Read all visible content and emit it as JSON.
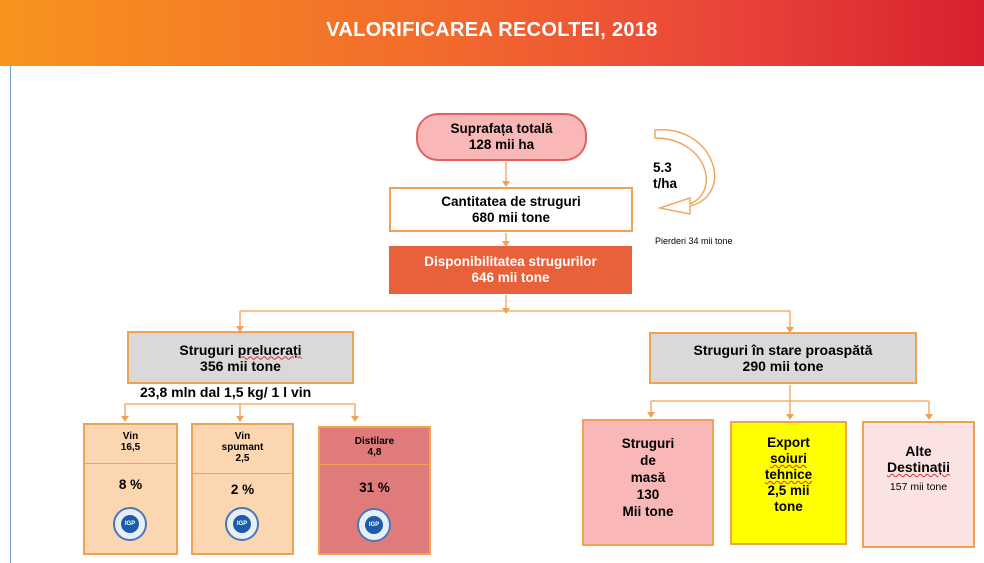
{
  "header": {
    "title": "VALORIFICAREA RECOLTEI, 2018"
  },
  "total_area": {
    "line1": "Suprafața totală",
    "line2": "128 mii ha"
  },
  "yield_note": {
    "line1": "5.3",
    "line2": "t/ha"
  },
  "quantity": {
    "line1": "Cantitatea de struguri",
    "line2": "680 mii tone"
  },
  "losses_note": "Pierderi 34 mii tone",
  "availability": {
    "line1": "Disponibilitatea strugurilor",
    "line2": "646 mii tone"
  },
  "processed": {
    "line1_prefix": "Struguri ",
    "line1_word": "prelucrați",
    "line2": "356 mii tone",
    "note": "23,8 mln dal 1,5 kg/ 1 l vin",
    "children": [
      {
        "label_lines": [
          "Vin",
          "16,5"
        ],
        "percent": "8 %",
        "logo": "igp-seal-icon"
      },
      {
        "label_lines": [
          "Vin",
          "spumant",
          "2,5"
        ],
        "percent": "2 %",
        "logo": "igp-seal-icon"
      },
      {
        "label_lines": [
          "Distilare",
          "4,8"
        ],
        "percent": "31 %",
        "logo": "igp-seal-icon"
      }
    ],
    "logo_text": "IGP"
  },
  "fresh": {
    "line1": "Struguri în stare proaspătă",
    "line2": "290 mii tone",
    "children": [
      {
        "lines": [
          "Struguri",
          "de",
          "masă",
          "130",
          "Mii tone"
        ]
      },
      {
        "lines": [
          "Export",
          "soiuri",
          "tehnice",
          "2,5 mii",
          "tone"
        ]
      },
      {
        "title_lines": [
          "Alte",
          "Destinații"
        ],
        "sub": "157 mii tone"
      }
    ]
  },
  "colors": {
    "banner_start": "#f7941d",
    "banner_end": "#d8202e",
    "availability": "#e8613a",
    "connector": "#f0a254",
    "export": "#ffff00",
    "distillation": "#e07b7b"
  }
}
